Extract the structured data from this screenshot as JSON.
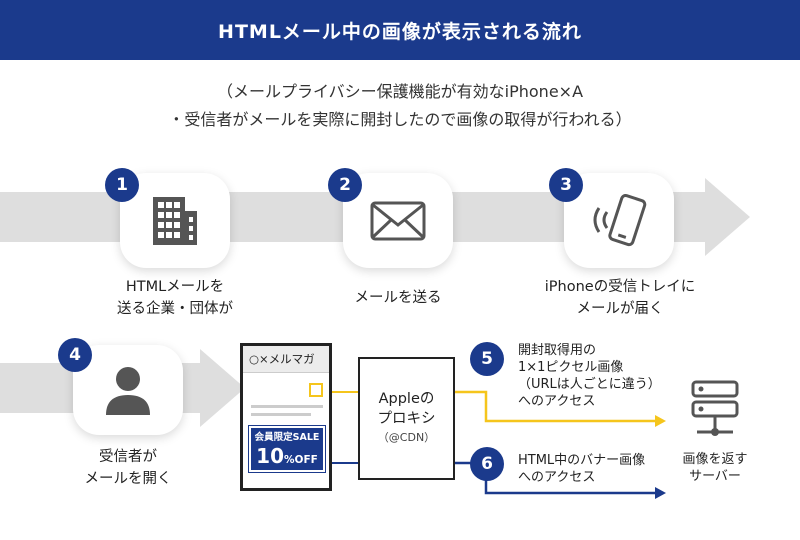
{
  "title": "HTMLメール中の画像が表示される流れ",
  "subtitle_line1": "（メールプライバシー保護機能が有効なiPhone×A",
  "subtitle_line2": "・受信者がメールを実際に開封したので画像の取得が行われる）",
  "steps": [
    {
      "num": "1",
      "label_line1": "HTMLメールを",
      "label_line2": "送る企業・団体が",
      "icon": "building-icon"
    },
    {
      "num": "2",
      "label_line1": "メールを送る",
      "icon": "envelope-icon"
    },
    {
      "num": "3",
      "label_line1": "iPhoneの受信トレイに",
      "label_line2": "メールが届く",
      "icon": "phone-icon"
    },
    {
      "num": "4",
      "label_line1": "受信者が",
      "label_line2": "メールを開く",
      "icon": "person-icon"
    },
    {
      "num": "5",
      "label_lines": [
        "開封取得用の",
        "1×1ピクセル画像",
        "（URLは人ごとに違う）",
        "へのアクセス"
      ]
    },
    {
      "num": "6",
      "label_lines": [
        "HTML中のバナー画像",
        "へのアクセス"
      ]
    }
  ],
  "email": {
    "subject": "○×メルマガ",
    "banner_line1": "会員限定SALE",
    "banner_big": "10",
    "banner_small": "%OFF"
  },
  "proxy": {
    "line1": "Appleの",
    "line2": "プロキシ",
    "line3": "（@CDN）"
  },
  "server": {
    "line1": "画像を返す",
    "line2": "サーバー"
  },
  "colors": {
    "navy": "#1b3a8c",
    "yellow": "#f5c51c",
    "arrow_gray": "#dedede"
  }
}
